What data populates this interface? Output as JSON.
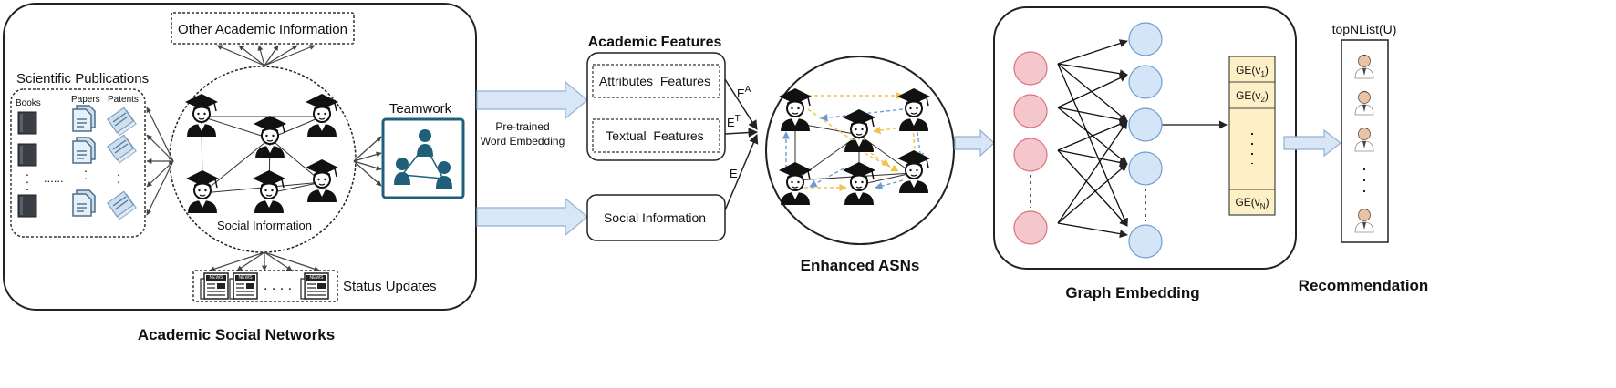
{
  "asn": {
    "title": "Academic Social Networks",
    "other_info": "Other Academic Information",
    "sci_pubs": "Scientific Publications",
    "books": "Books",
    "papers": "Papers",
    "patents": "Patents",
    "dots_row": "......",
    "social_info": "Social Information",
    "teamwork": "Teamwork",
    "status_updates": "Status Updates",
    "status_dots": ". . . .",
    "news": "NEWS"
  },
  "middle": {
    "pretrained_line1": "Pre-trained",
    "pretrained_line2": "Word Embedding",
    "academic_features": "Academic Features",
    "attributes": "Attributes  Features",
    "textual": "Textual  Features",
    "social_info": "Social Information",
    "ea_base": "E",
    "ea_sup": "A",
    "et_base": "E",
    "et_sup": "T",
    "e": "E"
  },
  "enhanced": {
    "title": "Enhanced ASNs"
  },
  "graph_embedding": {
    "title": "Graph Embedding",
    "ge": [
      {
        "base": "GE(v",
        "sub": "1",
        "end": ")"
      },
      {
        "base": "GE(v",
        "sub": "2",
        "end": ")"
      },
      {
        "base": "GE(v",
        "sub": "N",
        "end": ")"
      }
    ]
  },
  "recommendation": {
    "title": "Recommendation",
    "list_label": "topNList(U)"
  },
  "colors": {
    "red_node_fill": "#f4c7cc",
    "red_node_stroke": "#d9737f",
    "blue_node_fill": "#d3e5f6",
    "blue_node_stroke": "#6f9ed1",
    "ge_fill": "#fdefc6",
    "arrow_fill": "#d8e6f5",
    "arrow_stroke": "#8fb1d6",
    "team_fill": "#1f5f7a",
    "yellow_dash": "#f2c24f",
    "blue_dash": "#6a9dd6"
  }
}
